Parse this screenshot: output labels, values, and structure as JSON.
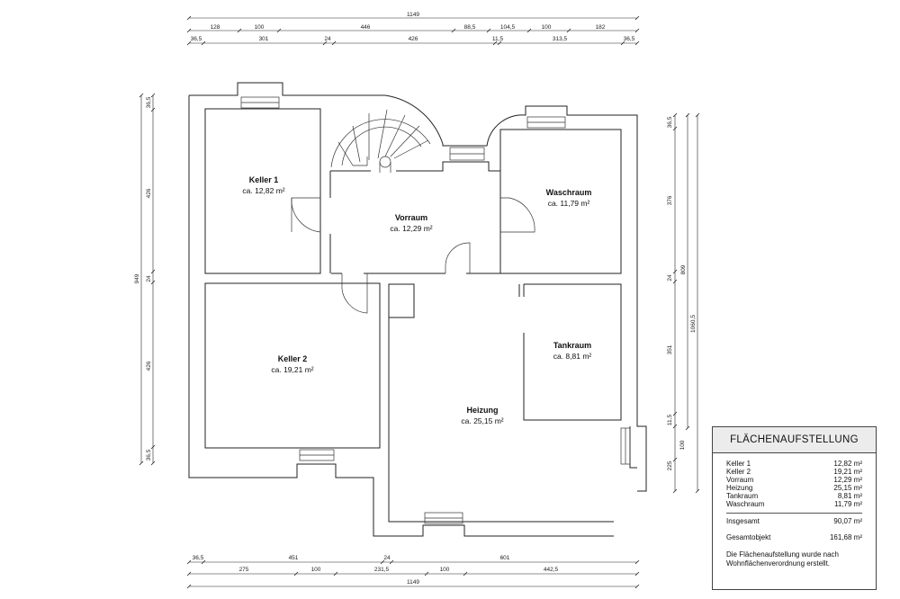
{
  "rooms": {
    "keller1": {
      "name": "Keller 1",
      "area": "ca. 12,82 m²"
    },
    "keller2": {
      "name": "Keller 2",
      "area": "ca. 19,21 m²"
    },
    "vorraum": {
      "name": "Vorraum",
      "area": "ca. 12,29 m²"
    },
    "heizung": {
      "name": "Heizung",
      "area": "ca. 25,15 m²"
    },
    "tankraum": {
      "name": "Tankraum",
      "area": "ca. 8,81 m²"
    },
    "waschraum": {
      "name": "Waschraum",
      "area": "ca. 11,79 m²"
    }
  },
  "dims": {
    "top_total": "1149",
    "top_row1": [
      "128",
      "100",
      "446",
      "88,5",
      "104,5",
      "100",
      "182"
    ],
    "top_row2": [
      "36,5",
      "301",
      "24",
      "426",
      "11,5",
      "313,5",
      "36,5"
    ],
    "left_total": "949",
    "left_row": [
      "36,5",
      "426",
      "24",
      "426",
      "36,5"
    ],
    "right_row": [
      "36,5",
      "376",
      "24",
      "351",
      "11,5",
      "100",
      "225"
    ],
    "right_809": "809",
    "right_total": "1060,5",
    "bottom_row1": [
      "36,5",
      "451",
      "24",
      "601"
    ],
    "bottom_row2": [
      "275",
      "100",
      "231,5",
      "100",
      "442,5"
    ],
    "bottom_total": "1149"
  },
  "summary": {
    "title": "FLÄCHENAUFSTELLUNG",
    "rows": [
      {
        "label": "Keller 1",
        "value": "12,82 m²"
      },
      {
        "label": "Keller 2",
        "value": "19,21 m²"
      },
      {
        "label": "Vorraum",
        "value": "12,29 m²"
      },
      {
        "label": "Heizung",
        "value": "25,15 m²"
      },
      {
        "label": "Tankraum",
        "value": "8,81 m²"
      },
      {
        "label": "Waschraum",
        "value": "11,79 m²"
      }
    ],
    "total_label": "Insgesamt",
    "total_value": "90,07 m²",
    "object_label": "Gesamtobjekt",
    "object_value": "161,68 m²",
    "note": "Die Flächenaufstellung wurde nach Wohnflächenverordnung erstellt."
  }
}
